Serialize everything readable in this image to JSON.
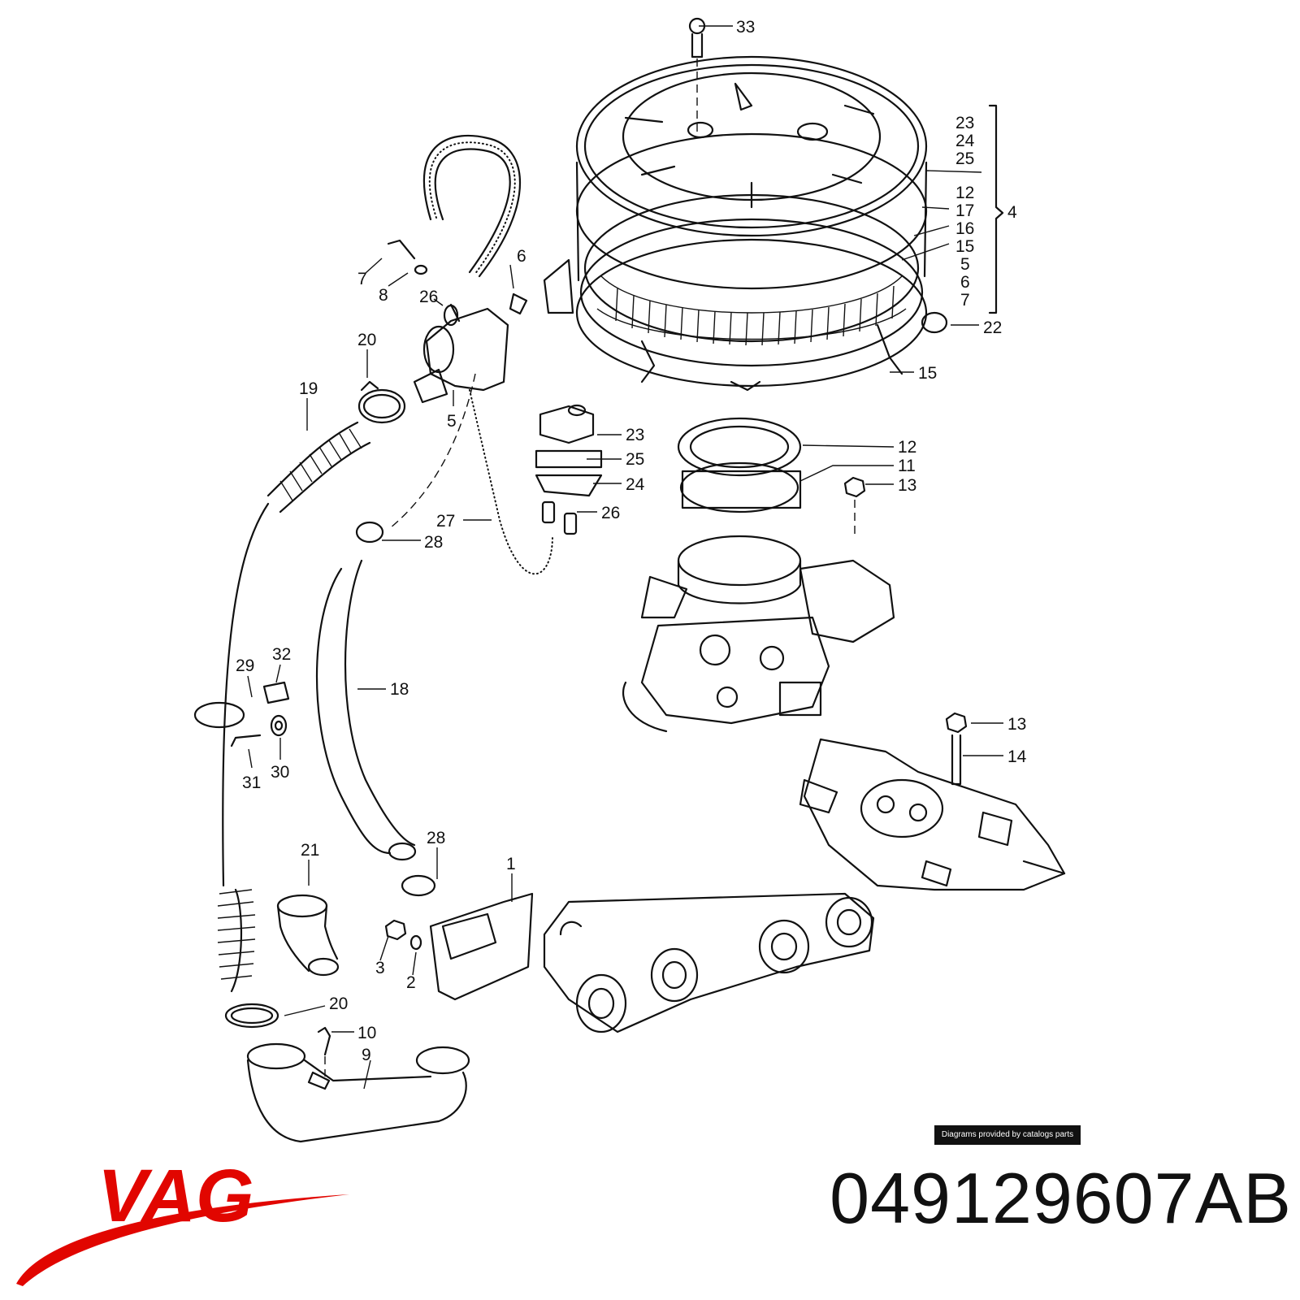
{
  "diagram": {
    "callouts": [
      "1",
      "2",
      "3",
      "4",
      "5",
      "6",
      "7",
      "8",
      "9",
      "10",
      "11",
      "12",
      "13",
      "14",
      "15",
      "16",
      "17",
      "18",
      "19",
      "20",
      "21",
      "22",
      "23",
      "24",
      "25",
      "26",
      "27",
      "28",
      "29",
      "30",
      "31",
      "32",
      "33"
    ],
    "bracket_group": {
      "members": [
        "23",
        "24",
        "25",
        "12",
        "17",
        "16",
        "15",
        "5",
        "6",
        "7"
      ],
      "assembly": "4"
    }
  },
  "credit": {
    "text": "Diagrams provided by catalogs parts"
  },
  "brand": {
    "logo_text": "VAG",
    "color": "#e10600"
  },
  "part_number": {
    "value": "049129607AB"
  }
}
